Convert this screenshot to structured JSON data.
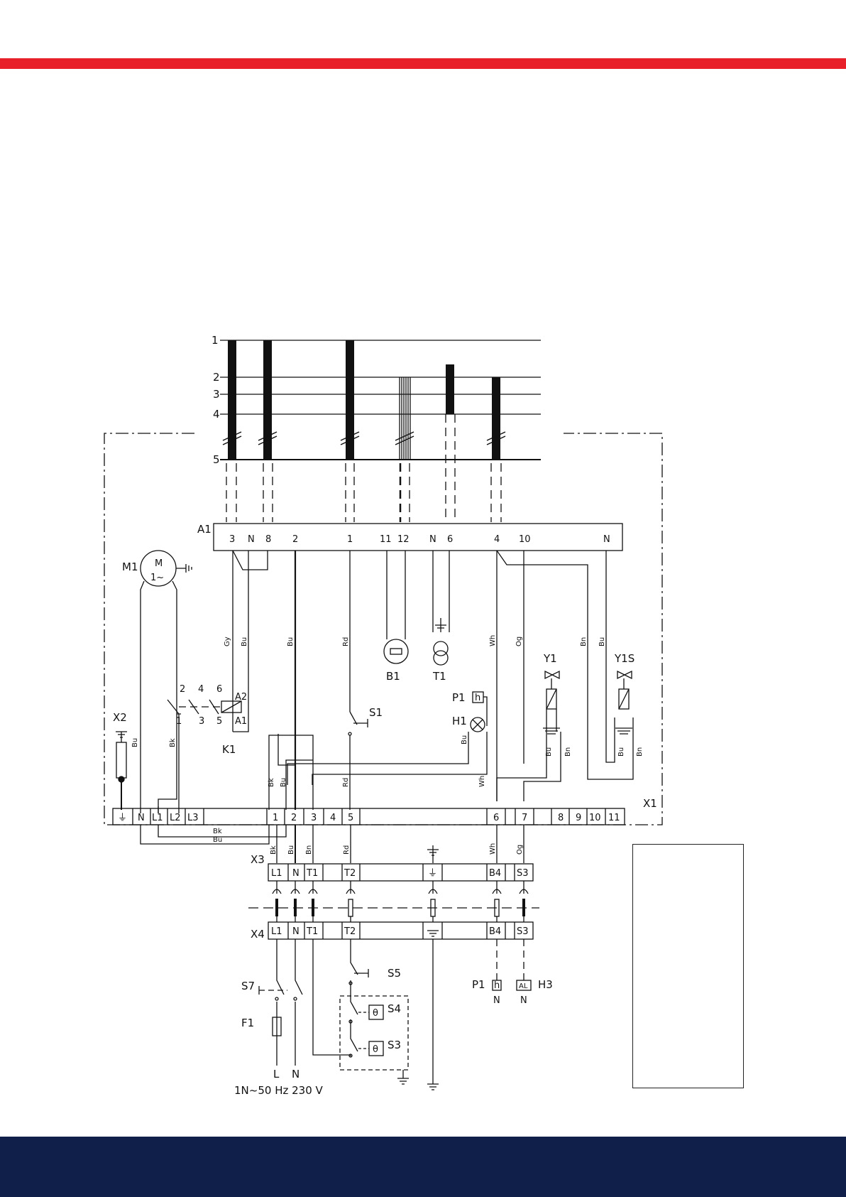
{
  "colors": {
    "top_band": "#e8202a",
    "bottom_band": "#101f4a",
    "ink": "#111111"
  },
  "diagram": {
    "cable_levels": [
      "1",
      "2",
      "3",
      "4",
      "5"
    ],
    "a1": {
      "name": "A1",
      "terminals": [
        "3",
        "N",
        "8",
        "2",
        "1",
        "11",
        "12",
        "N",
        "6",
        "4",
        "10",
        "N"
      ]
    },
    "x1": {
      "name": "X1",
      "terminals": [
        "⏚",
        "N",
        "L1",
        "L2",
        "L3",
        "1",
        "2",
        "3",
        "4",
        "5",
        "6",
        "7",
        "8",
        "9",
        "10",
        "11"
      ]
    },
    "x3": {
      "name": "X3",
      "terminals": [
        "L1",
        "N",
        "T1",
        "T2",
        "⏚",
        "B4",
        "S3"
      ]
    },
    "x4": {
      "name": "X4",
      "terminals": [
        "L1",
        "N",
        "T1",
        "T2",
        "⏚",
        "B4",
        "S3"
      ]
    },
    "components": {
      "m1": "M1",
      "motor_m": "M",
      "motor_phase": "1~",
      "k1": "K1",
      "k1_contacts": [
        "2",
        "4",
        "6",
        "1",
        "3",
        "5"
      ],
      "k1_coil": [
        "A2",
        "A1"
      ],
      "x2": "X2",
      "b1": "B1",
      "t1": "T1",
      "s1": "S1",
      "p1": "P1",
      "h1": "H1",
      "y1": "Y1",
      "y1s": "Y1S",
      "s5": "S5",
      "s4": "S4",
      "s3": "S3",
      "s7": "S7",
      "f1": "F1",
      "h3": "H3",
      "p1_bottom": "P1",
      "h_symbol": "h",
      "al_symbol": "AL",
      "theta": "θ",
      "n_label": "N",
      "l_label": "L",
      "supply": "1N~50 Hz 230 V"
    },
    "wire_colors": {
      "gy": "Gy",
      "bu": "Bu",
      "rd": "Rd",
      "wh": "Wh",
      "og": "Og",
      "bn": "Bn",
      "bk": "Bk"
    }
  }
}
